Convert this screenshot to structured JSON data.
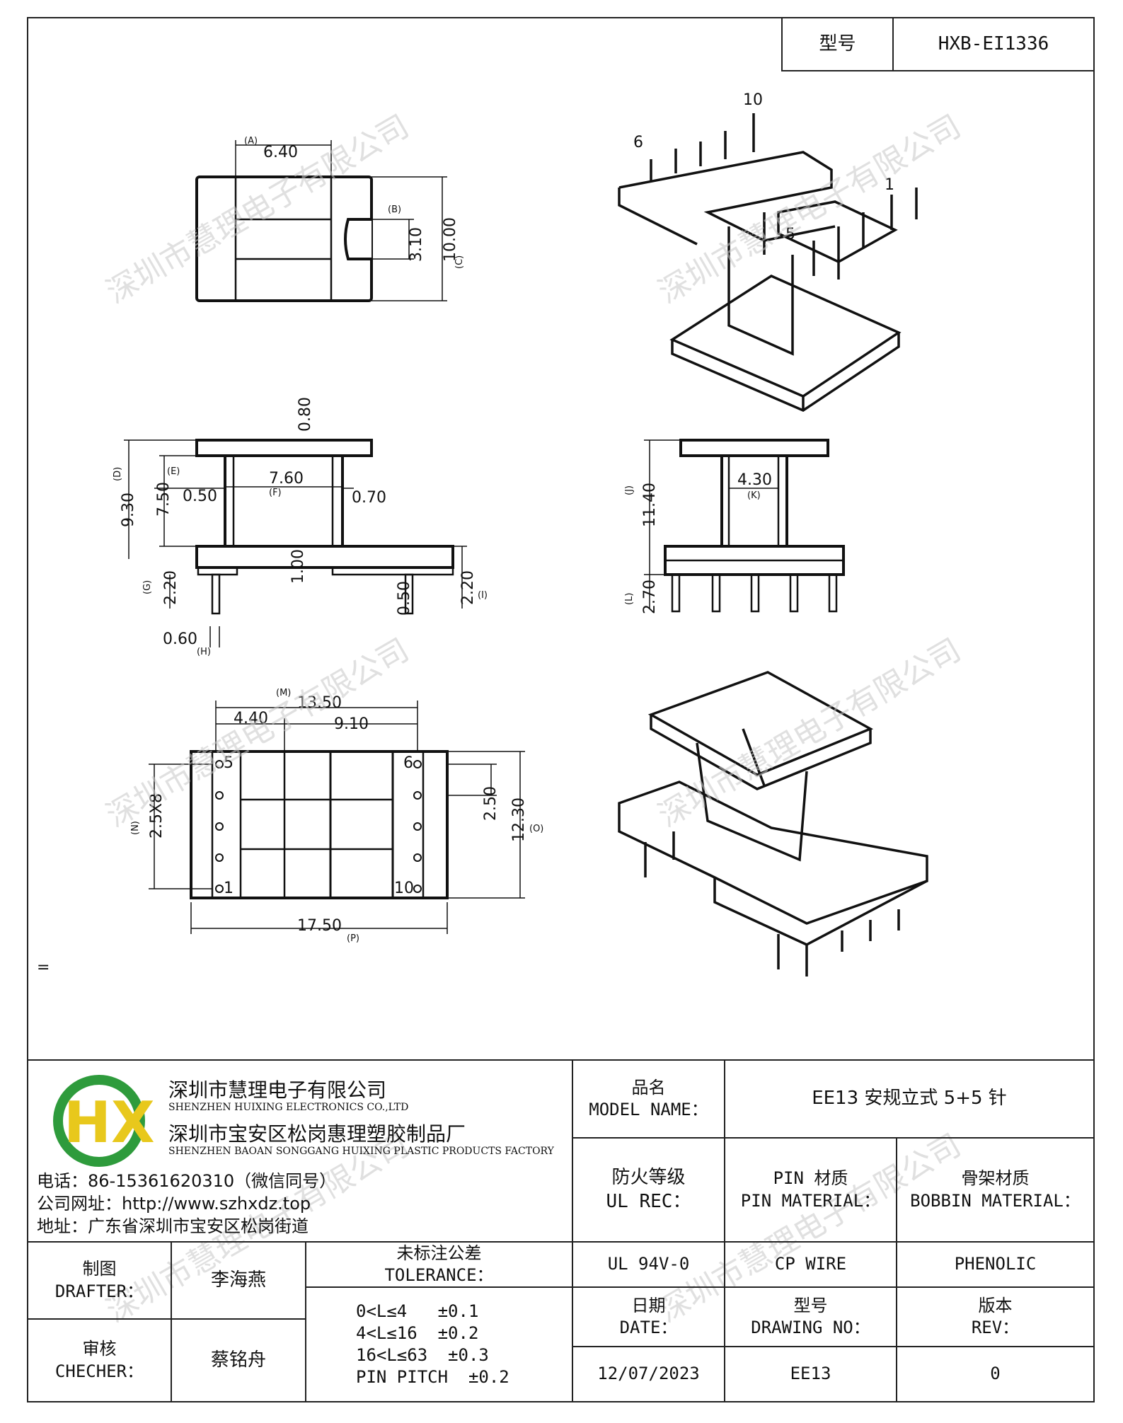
{
  "header": {
    "model_label": "型号",
    "model_value": "HXB-EI1336"
  },
  "drawing": {
    "top_view": {
      "a": "6.40",
      "a_tag": "(A)",
      "b": "3.10",
      "b_tag": "(B)",
      "c": "10.00",
      "c_tag": "(C)"
    },
    "front_view": {
      "d": "9.30",
      "d_tag": "(D)",
      "e": "7.50",
      "e_tag": "(E)",
      "f": "7.60",
      "f_tag": "(F)",
      "w1": "0.50",
      "w2": "0.70",
      "top": "0.80",
      "g": "2.20",
      "g_tag": "(G)",
      "mid": "1.00",
      "pin_w": "0.50",
      "i": "2.20",
      "i_tag": "(I)",
      "h": "0.60",
      "h_tag": "(H)"
    },
    "side_view": {
      "j": "11.40",
      "j_tag": "(J)",
      "k": "4.30",
      "k_tag": "(K)",
      "l": "2.70",
      "l_tag": "(L)"
    },
    "bottom_view": {
      "m": "13.50",
      "m_tag": "(M)",
      "w1": "4.40",
      "w2": "9.10",
      "n": "2.5X8",
      "n_tag": "(N)",
      "pitch": "2.50",
      "o": "12.30",
      "o_tag": "(O)",
      "p": "17.50",
      "p_tag": "(P)",
      "pin1": "1",
      "pin5": "5",
      "pin6": "6",
      "pin10": "10"
    },
    "iso_pins": {
      "p10": "10",
      "p6": "6",
      "p1": "1",
      "p5": "5"
    },
    "stray_mark": "="
  },
  "title_block": {
    "company_cn": "深圳市慧理电子有限公司",
    "company_en": "SHENZHEN HUIXING ELECTRONICS CO.,LTD",
    "factory_cn": "深圳市宝安区松岗惠理塑胶制品厂",
    "factory_en": "SHENZHEN BAOAN SONGGANG HUIXING PLASTIC PRODUCTS FACTORY",
    "phone": "电话：86-15361620310（微信同号）",
    "website": "公司网址：http://www.szhxdz.top",
    "address": "地址：广东省深圳市宝安区松岗街道",
    "logo_text": "HX",
    "model_name_cn": "品名",
    "model_name_en": "MODEL NAME：",
    "model_name_value": "EE13 安规立式 5+5 针",
    "fire_cn": "防火等级",
    "fire_en": "UL REC：",
    "pin_cn": "PIN 材质",
    "pin_en": "PIN MATERIAL：",
    "bobbin_cn": "骨架材质",
    "bobbin_en": "BOBBIN MATERIAL：",
    "fire_value": "UL 94V-0",
    "pin_value": "CP WIRE",
    "bobbin_value": "PHENOLIC",
    "drafter_cn": "制图",
    "drafter_en": "DRAFTER：",
    "drafter_name": "李海燕",
    "checker_cn": "审核",
    "checker_en": "CHECHER：",
    "checker_name": "蔡铭舟",
    "tol_cn": "未标注公差",
    "tol_en": "TOLERANCE：",
    "tol_rows": [
      "0<L≤4   ±0.1",
      "4<L≤16  ±0.2",
      "16<L≤63  ±0.3",
      "PIN PITCH  ±0.2"
    ],
    "date_cn": "日期",
    "date_en": "DATE：",
    "date_value": "12/07/2023",
    "dwg_cn": "型号",
    "dwg_en": "DRAWING NO：",
    "dwg_value": "EE13",
    "rev_cn": "版本",
    "rev_en": "REV：",
    "rev_value": "0"
  },
  "watermark": "深圳市慧理电子有限公司"
}
